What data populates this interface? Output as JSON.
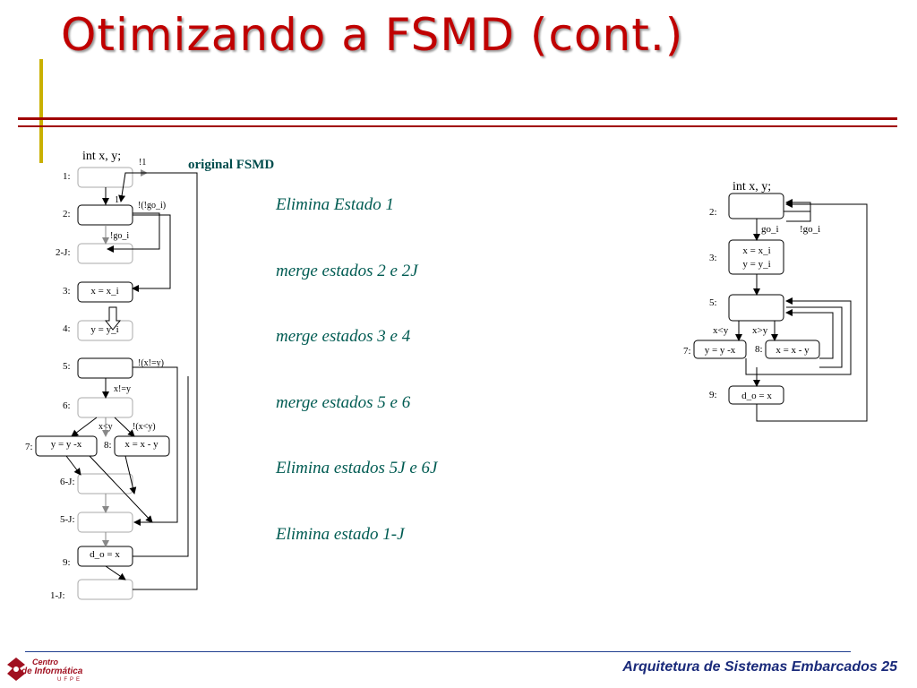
{
  "slide": {
    "title": "Otimizando a  FSMD (cont.)",
    "footer": "Arquitetura de Sistemas Embarcados 25",
    "logo": {
      "line1": "Centro",
      "line2": "de Informática",
      "line3": "UFPE"
    }
  },
  "steps": [
    "Elimina Estado 1",
    "merge estados 2 e  2J",
    "merge estados 3 e 4",
    "merge estados 5 e 6",
    "Elimina estados  5J  e 6J",
    "Elimina estado 1-J"
  ],
  "original_fsmd": {
    "label": "original FSMD",
    "decl": "int x, y;",
    "state_labels": [
      "1:",
      "2:",
      "2-J:",
      "3:",
      "4:",
      "5:",
      "6:",
      "7:",
      "8:",
      "6-J:",
      "5-J:",
      "9:",
      "1-J:"
    ],
    "actions": {
      "s3": "x = x_i",
      "s4": "y = y_i",
      "s7": "y = y -x",
      "s8": "x = x - y",
      "s9": "d_o = x"
    },
    "conditions": [
      "!1",
      "1",
      "!(!go_i)",
      "!go_i",
      "!(x!=y)",
      "x!=y",
      "x<y",
      "!(x<y)"
    ]
  },
  "optimized_fsmd": {
    "decl": "int x, y;",
    "state_labels": [
      "2:",
      "3:",
      "5:",
      "7:",
      "8:",
      "9:"
    ],
    "actions": {
      "s3_line1": "x = x_i",
      "s3_line2": "y = y_i",
      "s7": "y = y -x",
      "s8": "x = x - y",
      "s9": "d_o = x"
    },
    "conditions": [
      "go_i",
      "!go_i",
      "x<y",
      "x>y"
    ]
  }
}
